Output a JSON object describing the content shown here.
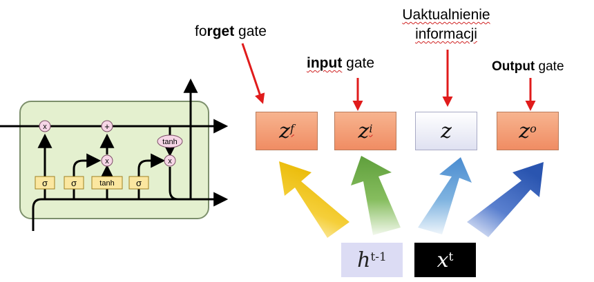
{
  "labels": {
    "forget_f": "fo",
    "forget_bold": "r",
    "forget_rest": "get",
    "forget_gate": "gate",
    "input_bold": "input",
    "input_gate": "gate",
    "update_line1": "Uaktualnienie",
    "update_line2": "informacji",
    "output_bold": "Output",
    "output_gate": "gate"
  },
  "gates": {
    "forget": {
      "base": "z",
      "sup": "f"
    },
    "input": {
      "base": "z",
      "sup": "i"
    },
    "update": {
      "base": "z",
      "sup": ""
    },
    "output": {
      "base": "z",
      "sup": "o"
    }
  },
  "inputs": {
    "h": {
      "base": "h",
      "sup": "t-1"
    },
    "x": {
      "base": "x",
      "sup": "t"
    }
  },
  "cell": {
    "sigma": "σ",
    "tanh": "tanh",
    "times": "x",
    "plus": "+"
  },
  "colors": {
    "gate_fill": "#f4a37a",
    "update_fill": "#e6e7f4",
    "cell_fill": "#e4f0cf",
    "arrow_forget": "#f2c200",
    "arrow_input": "#6aa84f",
    "arrow_update": "#5b9bd5",
    "arrow_output": "#2f5db5",
    "red_arrow": "#e01b1b"
  }
}
